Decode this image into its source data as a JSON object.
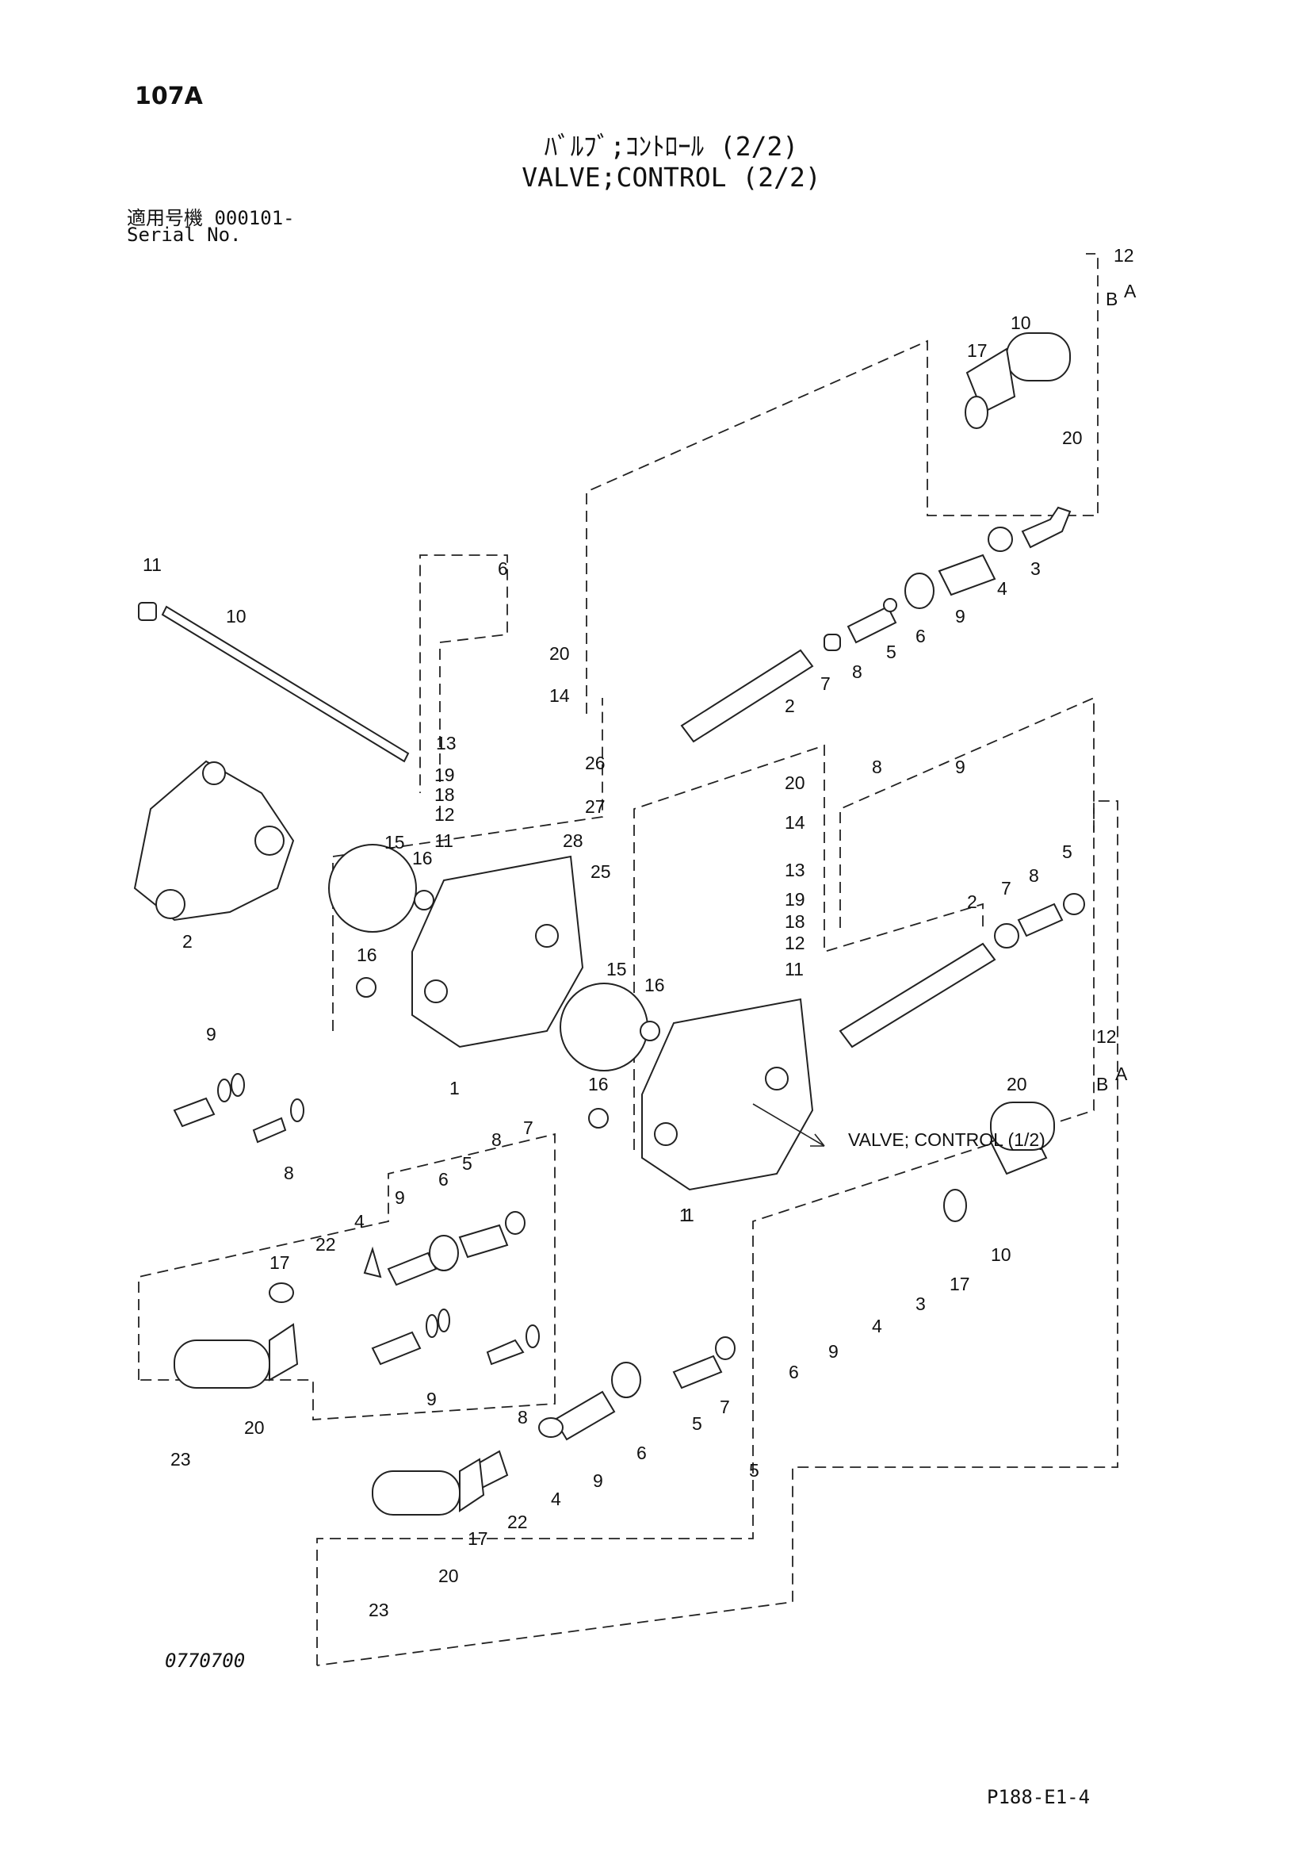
{
  "header": {
    "page_id": "107A",
    "title_jp": "ﾊﾞﾙﾌﾞ;ｺﾝﾄﾛｰﾙ (2/2)",
    "title_en": "VALVE;CONTROL (2/2)",
    "serial_label_jp": "適用号機 000101-",
    "serial_label_en": "Serial No."
  },
  "diagram": {
    "callouts": [
      "12",
      "B",
      "A",
      "10",
      "17",
      "20",
      "3",
      "4",
      "9",
      "6",
      "5",
      "8",
      "7",
      "2",
      "11",
      "10",
      "6",
      "20",
      "14",
      "13",
      "26",
      "19",
      "18",
      "27",
      "12",
      "11",
      "28",
      "25",
      "15",
      "16",
      "2",
      "16",
      "1",
      "9",
      "8",
      "8",
      "9",
      "20",
      "14",
      "13",
      "19",
      "18",
      "12",
      "11",
      "15",
      "16",
      "16",
      "1",
      "2",
      "7",
      "8",
      "5",
      "12",
      "B",
      "A",
      "20",
      "10",
      "17",
      "3",
      "4",
      "9",
      "6",
      "1",
      "9",
      "6",
      "5",
      "8",
      "7",
      "4",
      "22",
      "17",
      "20",
      "23",
      "9",
      "8",
      "5",
      "6",
      "7",
      "9",
      "4",
      "22",
      "17",
      "20",
      "23",
      "5"
    ],
    "reference_note": "VALVE; CONTROL (1/2)"
  },
  "footer": {
    "figure_code": "0770700",
    "page_code": "P188-E1-4"
  }
}
